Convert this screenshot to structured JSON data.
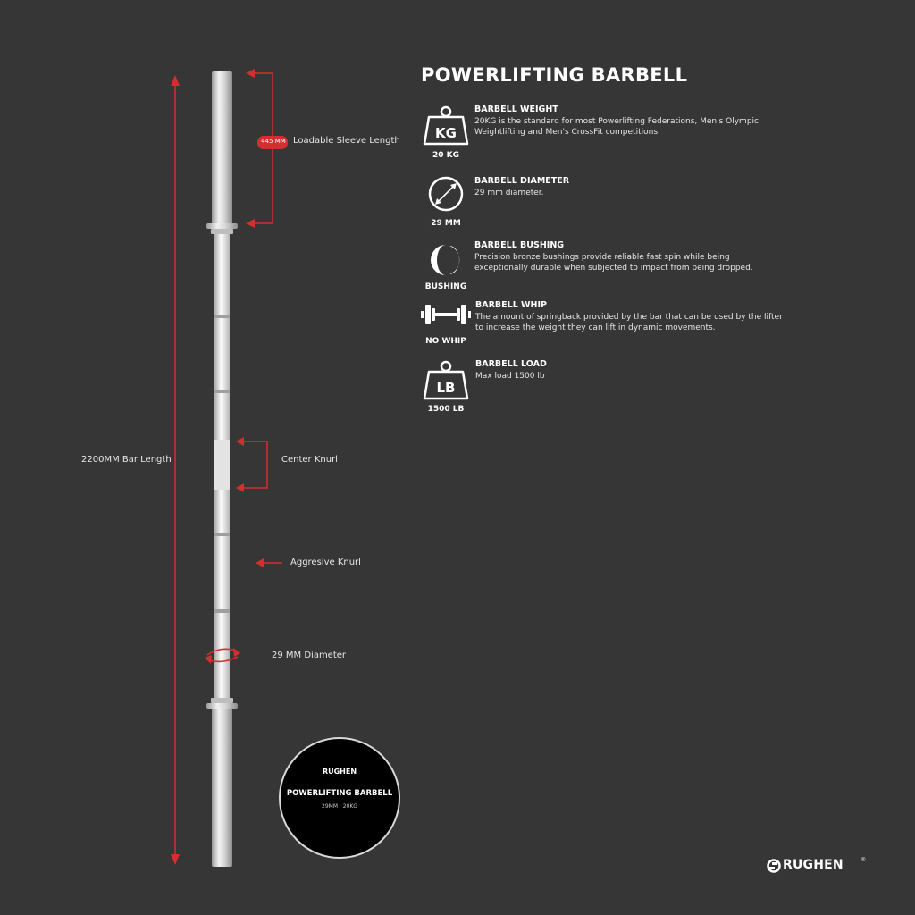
{
  "colors": {
    "background": "#363636",
    "accent": "#d32f2f",
    "text": "#ffffff",
    "bar": "#cfcfcf"
  },
  "diagram": {
    "sleeve_badge": "445 MM",
    "sleeve_label": "Loadable Sleeve Length",
    "bar_length_label": "2200MM Bar Length",
    "center_knurl_label": "Center Knurl",
    "aggressive_knurl_label": "Aggresive Knurl",
    "diameter_label": "29 MM Diameter"
  },
  "title": "POWERLIFTING BARBELL",
  "features": [
    {
      "icon": "kg-weight-icon",
      "icon_text": "KG",
      "caption": "20 KG",
      "title": "BARBELL WEIGHT",
      "description": "20KG is the standard for most Powerlifting Federations, Men's Olympic Weightlifting and Men's CrossFit competitions."
    },
    {
      "icon": "diameter-icon",
      "caption": "29 MM",
      "title": "BARBELL DIAMETER",
      "description": "29 mm diameter."
    },
    {
      "icon": "bushing-icon",
      "caption": "BUSHING",
      "title": "BARBELL BUSHING",
      "description": "Precision bronze bushings provide reliable fast spin while being exceptionally durable when subjected to impact from being dropped."
    },
    {
      "icon": "dumbbell-icon",
      "caption": "NO WHIP",
      "title": "BARBELL WHIP",
      "description": "The amount of springback provided by the bar that can be used by the lifter to increase the weight they can lift in dynamic movements."
    },
    {
      "icon": "lb-weight-icon",
      "icon_text": "LB",
      "caption": "1500 LB",
      "title": "BARBELL LOAD",
      "description": "Max load 1500 lb"
    }
  ],
  "badge": {
    "brand": "RUGHEN",
    "title": "POWERLIFTING BARBELL",
    "spec": "29MM  ·  20KG"
  },
  "brand": {
    "name": "RUGHEN",
    "mark": "®"
  }
}
